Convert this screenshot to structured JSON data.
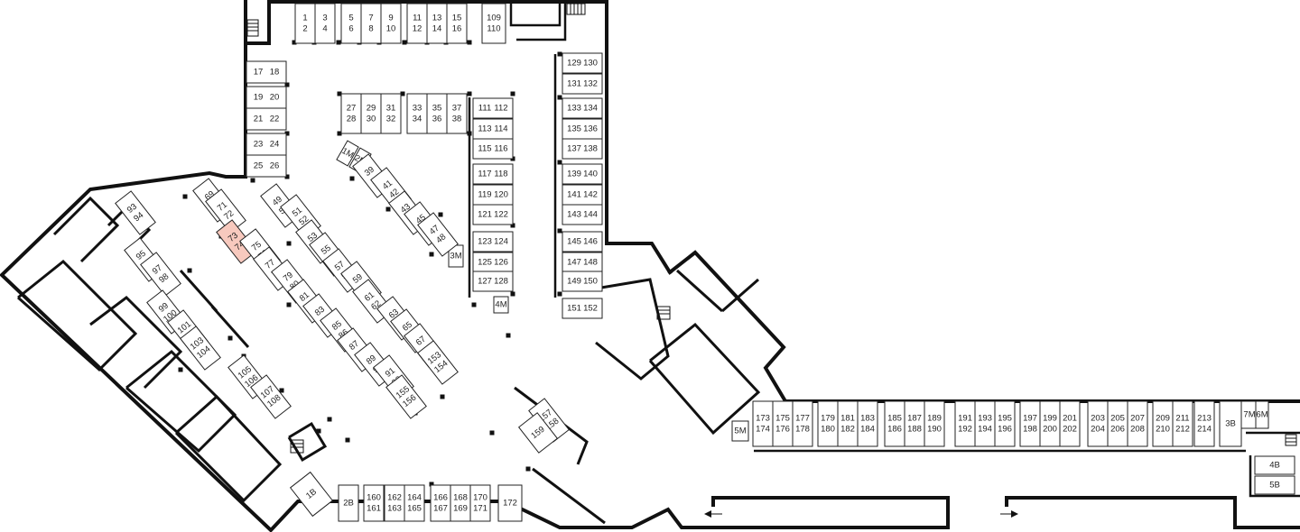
{
  "colors": {
    "wall": "#111111",
    "stall_fill": "#ffffff",
    "stall_stroke": "#222222",
    "highlight": "#f7c9be"
  },
  "highlighted": [
    "73",
    "74"
  ],
  "stalls": [
    [
      "1",
      "2"
    ],
    [
      "3",
      "4"
    ],
    [
      "5",
      "6"
    ],
    [
      "7",
      "8"
    ],
    [
      "9",
      "10"
    ],
    [
      "11",
      "12"
    ],
    [
      "13",
      "14"
    ],
    [
      "15",
      "16"
    ],
    [
      "109",
      "110"
    ],
    [
      "17",
      "18"
    ],
    [
      "19",
      "20"
    ],
    [
      "21",
      "22"
    ],
    [
      "23",
      "24"
    ],
    [
      "25",
      "26"
    ],
    [
      "27",
      "28"
    ],
    [
      "29",
      "30"
    ],
    [
      "31",
      "32"
    ],
    [
      "33",
      "34"
    ],
    [
      "35",
      "36"
    ],
    [
      "37",
      "38"
    ],
    [
      "1M"
    ],
    [
      "2M"
    ],
    [
      "3M"
    ],
    [
      "4M"
    ],
    [
      "39",
      "40"
    ],
    [
      "41",
      "42"
    ],
    [
      "43",
      "44"
    ],
    [
      "45",
      "46"
    ],
    [
      "47",
      "48"
    ],
    [
      "49",
      "50"
    ],
    [
      "51",
      "52"
    ],
    [
      "53",
      "54"
    ],
    [
      "55",
      "56"
    ],
    [
      "57",
      "58"
    ],
    [
      "59",
      "60"
    ],
    [
      "61",
      "62"
    ],
    [
      "63",
      "64"
    ],
    [
      "65",
      "66"
    ],
    [
      "67",
      "68"
    ],
    [
      "69",
      "70"
    ],
    [
      "71",
      "72"
    ],
    [
      "73",
      "74"
    ],
    [
      "75",
      "76"
    ],
    [
      "77",
      "78"
    ],
    [
      "79",
      "80"
    ],
    [
      "81",
      "82"
    ],
    [
      "83",
      "84"
    ],
    [
      "85",
      "86"
    ],
    [
      "87",
      "88"
    ],
    [
      "89",
      "90"
    ],
    [
      "91",
      "92"
    ],
    [
      "93",
      "94"
    ],
    [
      "95",
      "96"
    ],
    [
      "97",
      "98"
    ],
    [
      "99",
      "100"
    ],
    [
      "101",
      "102"
    ],
    [
      "103",
      "104"
    ],
    [
      "105",
      "106"
    ],
    [
      "107",
      "108"
    ],
    [
      "111",
      "112"
    ],
    [
      "113",
      "114"
    ],
    [
      "115",
      "116"
    ],
    [
      "117",
      "118"
    ],
    [
      "119",
      "120"
    ],
    [
      "121",
      "122"
    ],
    [
      "123",
      "124"
    ],
    [
      "125",
      "126"
    ],
    [
      "127",
      "128"
    ],
    [
      "129",
      "130"
    ],
    [
      "131",
      "132"
    ],
    [
      "133",
      "134"
    ],
    [
      "135",
      "136"
    ],
    [
      "137",
      "138"
    ],
    [
      "139",
      "140"
    ],
    [
      "141",
      "142"
    ],
    [
      "143",
      "144"
    ],
    [
      "145",
      "146"
    ],
    [
      "147",
      "148"
    ],
    [
      "149",
      "150"
    ],
    [
      "151",
      "152"
    ],
    [
      "153",
      "154"
    ],
    [
      "155",
      "156"
    ],
    [
      "157",
      "158"
    ],
    [
      "159"
    ],
    [
      "1B"
    ],
    [
      "2B"
    ],
    [
      "160",
      "161"
    ],
    [
      "162",
      "163"
    ],
    [
      "164",
      "165"
    ],
    [
      "166",
      "167"
    ],
    [
      "168",
      "169"
    ],
    [
      "170",
      "171"
    ],
    [
      "172"
    ],
    [
      "5M"
    ],
    [
      "173",
      "174"
    ],
    [
      "175",
      "176"
    ],
    [
      "177",
      "178"
    ],
    [
      "179",
      "180"
    ],
    [
      "181",
      "182"
    ],
    [
      "183",
      "184"
    ],
    [
      "185",
      "186"
    ],
    [
      "187",
      "188"
    ],
    [
      "189",
      "190"
    ],
    [
      "191",
      "192"
    ],
    [
      "193",
      "194"
    ],
    [
      "195",
      "196"
    ],
    [
      "197",
      "198"
    ],
    [
      "199",
      "200"
    ],
    [
      "201",
      "202"
    ],
    [
      "203",
      "204"
    ],
    [
      "205",
      "206"
    ],
    [
      "207",
      "208"
    ],
    [
      "209",
      "210"
    ],
    [
      "211",
      "212"
    ],
    [
      "213",
      "214"
    ],
    [
      "3B"
    ],
    [
      "7M"
    ],
    [
      "6M"
    ],
    [
      "4B"
    ],
    [
      "5B"
    ]
  ],
  "icons": [
    "stairs-icon",
    "stairs-icon",
    "stairs-icon",
    "stairs-icon",
    "stairs-icon",
    "one-way-arrow-icon",
    "one-way-arrow-icon"
  ]
}
